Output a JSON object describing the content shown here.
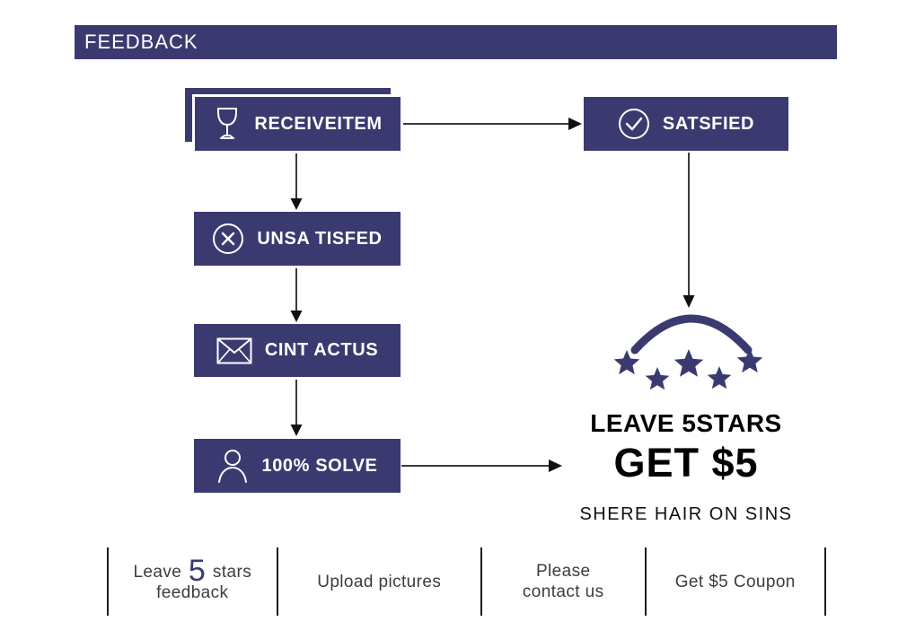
{
  "colors": {
    "navy": "#3b3a70",
    "arrow_line": "#3a3a3a",
    "arrow_head": "#111111",
    "footer_text": "#3d3d3d",
    "white": "#ffffff"
  },
  "header": {
    "title": "FEEDBACK"
  },
  "flow": {
    "receive": {
      "label": "RECEIVEITEM",
      "icon": "goblet-icon"
    },
    "satisfied": {
      "label": "SATSFIED",
      "icon": "check-circle-icon"
    },
    "unsatisfied": {
      "label": "UNSA TISFED",
      "icon": "x-circle-icon"
    },
    "contact": {
      "label": "CINT ACTUS",
      "icon": "envelope-icon"
    },
    "solve": {
      "label": "100% SOLVE",
      "icon": "person-icon"
    }
  },
  "reward": {
    "stars_count": 5,
    "line1": "LEAVE 5STARS",
    "line2": "GET $5",
    "line3": "SHERE HAIR ON SINS"
  },
  "footer": {
    "items": [
      {
        "prefix": "Leave",
        "big": "5",
        "suffix": "stars",
        "line2": "feedback"
      },
      {
        "line1": "Upload pictures"
      },
      {
        "line1": "Please",
        "line2": "contact us"
      },
      {
        "line1": "Get $5 Coupon"
      }
    ]
  }
}
